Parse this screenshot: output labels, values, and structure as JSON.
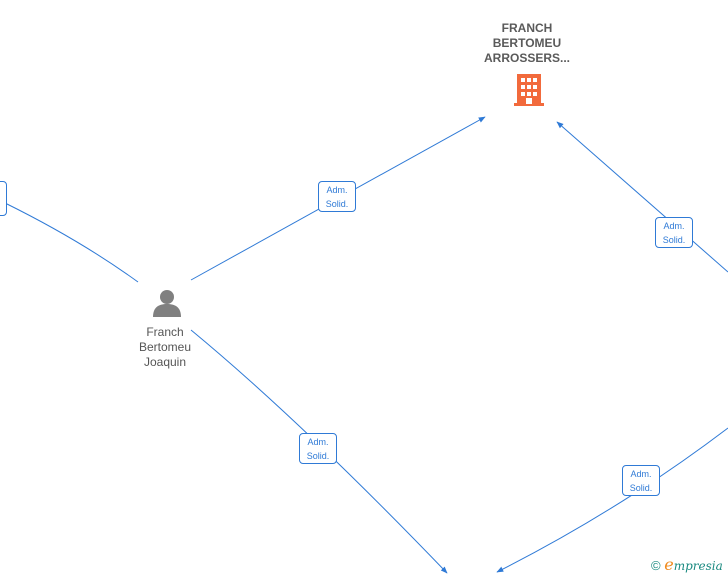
{
  "nodes": {
    "company": {
      "label": "FRANCH BERTOMEU ARROSSERS...",
      "line1": "FRANCH",
      "line2": "BERTOMEU",
      "line3": "ARROSSERS...",
      "icon": "building-icon",
      "color": "#f26a3c"
    },
    "person": {
      "line1": "Franch",
      "line2": "Bertomeu",
      "line3": "Joaquin",
      "icon": "person-icon",
      "color": "#808080"
    }
  },
  "edges": [
    {
      "id": "e1",
      "line1": "Adm.",
      "line2": "Solid."
    },
    {
      "id": "e2",
      "line1": "Adm.",
      "line2": "Solid."
    },
    {
      "id": "e3",
      "line1": "Adm.",
      "line2": "Solid."
    },
    {
      "id": "e4",
      "line1": "Adm.",
      "line2": "Solid."
    }
  ],
  "colors": {
    "edge": "#2f7ad6"
  },
  "footer": {
    "copyright": "©",
    "brand_e": "e",
    "brand_rest": "mpresia"
  }
}
